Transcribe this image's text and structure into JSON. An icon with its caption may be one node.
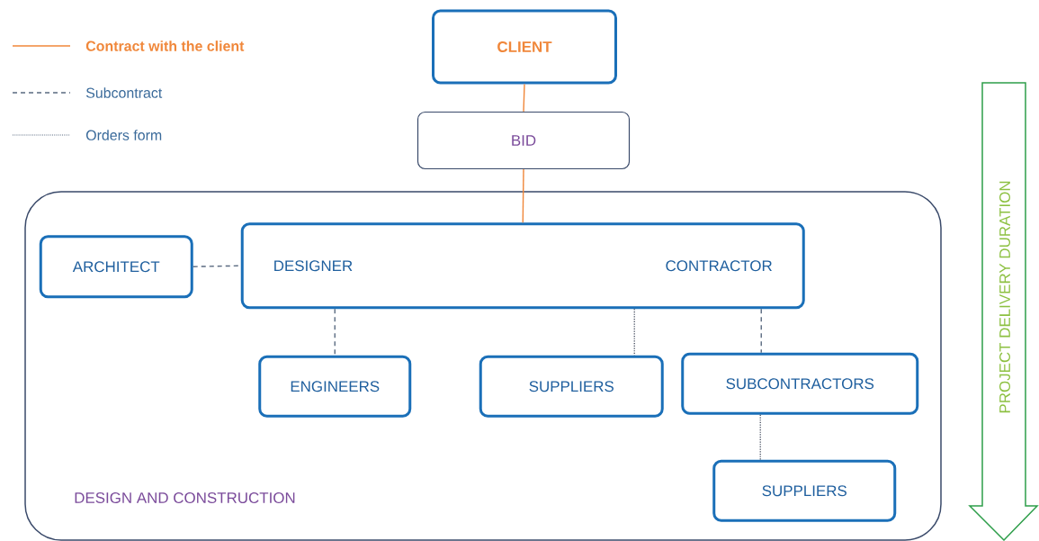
{
  "diagram": {
    "nodes": [
      {
        "text": [
          "CLIENT"
        ]
      },
      {
        "text": [
          "BID"
        ]
      },
      {
        "text": [
          "DESIGN AND CONSTRUCTION"
        ]
      },
      {
        "text": [
          "ARCHITECT"
        ],
        "in": 2
      },
      {
        "text": [
          "DESIGNER",
          "CONTRACTOR"
        ],
        "in": 2
      },
      {
        "text": [
          "ENGINEERS"
        ],
        "in": 2
      },
      {
        "text": [
          "SUPPLIERS"
        ],
        "in": 2
      },
      {
        "text": [
          "SUBCONTRACTORS"
        ],
        "in": 2
      },
      {
        "text": [
          "SUPPLIERS"
        ],
        "in": 2
      },
      {
        "text": [
          "PROJECT DELIVERY DURATION"
        ]
      }
    ],
    "edges": [
      {
        "from": 0,
        "to": 1,
        "arrow": "none",
        "color": "#f0873a"
      },
      {
        "from": 1,
        "to": 4,
        "arrow": "none",
        "color": "#f0873a"
      },
      {
        "from": 3,
        "to": 4,
        "arrow": "none",
        "style": "dashed"
      },
      {
        "from": 4,
        "to": 5,
        "arrow": "none",
        "style": "dashed"
      },
      {
        "from": 4,
        "to": 6,
        "arrow": "none",
        "style": "dashed",
        "color": "#4d5566"
      },
      {
        "from": 4,
        "to": 7,
        "arrow": "none",
        "style": "dashed"
      },
      {
        "from": 7,
        "to": 8,
        "arrow": "none",
        "style": "dashed",
        "color": "#4d5566"
      }
    ],
    "legend": [
      {
        "text": "Contract with the client"
      },
      {
        "text": "Subcontract"
      },
      {
        "text": "Orders form"
      }
    ]
  }
}
